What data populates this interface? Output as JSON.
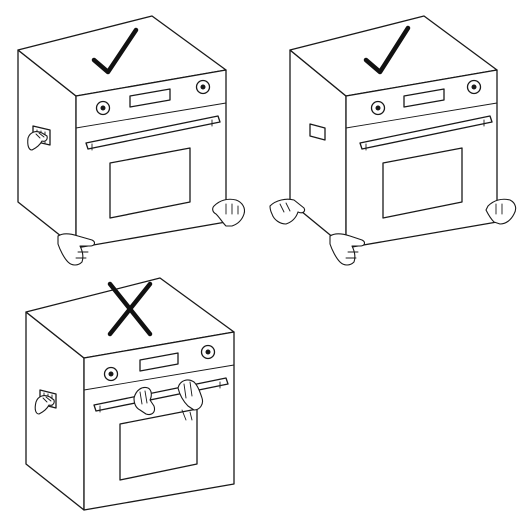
{
  "figures": [
    {
      "id": "lift-from-side-handles",
      "mark": "check-icon",
      "carry": "sides",
      "correct": true
    },
    {
      "id": "lift-from-bottom",
      "mark": "check-icon",
      "carry": "bottom",
      "correct": true
    },
    {
      "id": "lift-by-door-handle",
      "mark": "cross-icon",
      "carry": "door-handle",
      "correct": false
    }
  ],
  "colors": {
    "line": "#1a1a1a",
    "background": "#ffffff"
  }
}
